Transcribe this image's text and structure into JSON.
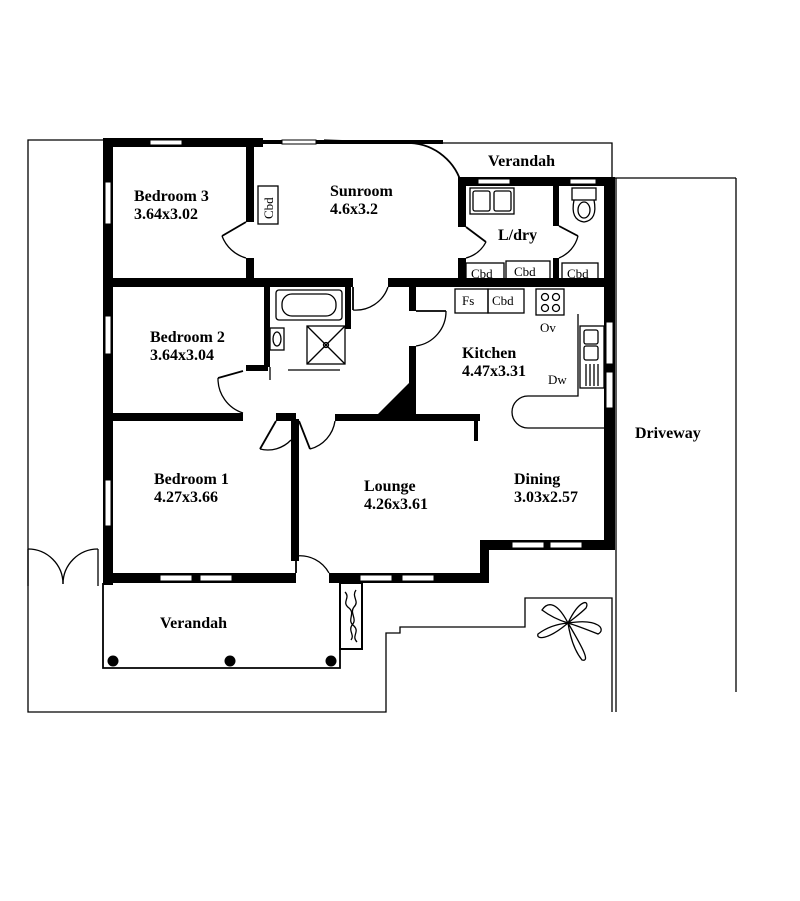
{
  "rooms": {
    "bedroom3": {
      "name": "Bedroom 3",
      "dims": "3.64x3.02"
    },
    "sunroom": {
      "name": "Sunroom",
      "dims": "4.6x3.2"
    },
    "laundry": {
      "name": "L/dry"
    },
    "bedroom2": {
      "name": "Bedroom 2",
      "dims": "3.64x3.04"
    },
    "kitchen": {
      "name": "Kitchen",
      "dims": "4.47x3.31"
    },
    "bedroom1": {
      "name": "Bedroom 1",
      "dims": "4.27x3.66"
    },
    "lounge": {
      "name": "Lounge",
      "dims": "4.26x3.61"
    },
    "dining": {
      "name": "Dining",
      "dims": "3.03x2.57"
    }
  },
  "outdoor": {
    "verandah_top": "Verandah",
    "verandah_front": "Verandah",
    "driveway": "Driveway"
  },
  "fixtures": {
    "cbd": "Cbd",
    "fridge_space": "Fs",
    "oven": "Ov",
    "dishwasher": "Dw"
  }
}
